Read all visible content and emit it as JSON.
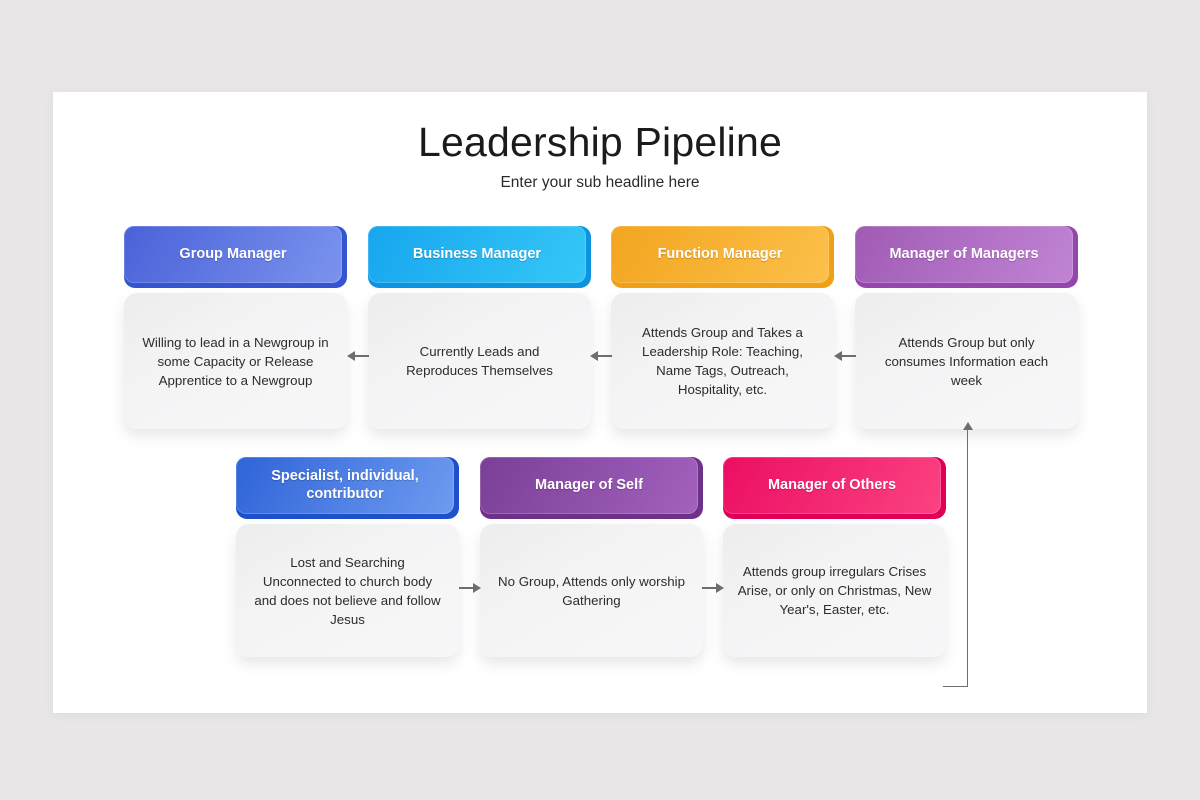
{
  "slide": {
    "title": "Leadership Pipeline",
    "subtitle": "Enter your sub headline here",
    "background_color": "#e8e6e7",
    "canvas_color": "#ffffff"
  },
  "rows": [
    {
      "row_name": "top-row",
      "arrow_direction": "left",
      "nodes": [
        {
          "header": "Group Manager",
          "body": "Willing to lead in a Newgroup in some Capacity or Release Apprentice to a Newgroup",
          "color_from": "#4a62d8",
          "color_to": "#7b93ee",
          "frame_color": "#3554cf"
        },
        {
          "header": "Business Manager",
          "body": "Currently Leads and Reproduces Themselves",
          "color_from": "#17a6ee",
          "color_to": "#36c7f7",
          "frame_color": "#0d93e0"
        },
        {
          "header": "Function Manager",
          "body": "Attends Group and Takes a Leadership Role: Teaching, Name Tags, Outreach, Hospitality, etc.",
          "color_from": "#f3a51f",
          "color_to": "#fcc04a",
          "frame_color": "#efa017"
        },
        {
          "header": "Manager of Managers",
          "body": "Attends Group but only consumes Information each week",
          "color_from": "#a05bb5",
          "color_to": "#c184d4",
          "frame_color": "#9546ad"
        }
      ]
    },
    {
      "row_name": "bottom-row",
      "arrow_direction": "right",
      "nodes": [
        {
          "header": "Specialist, individual, contributor",
          "body": "Lost and Searching Unconnected to church body and does not believe and follow Jesus",
          "color_from": "#2f64d8",
          "color_to": "#6e9bf0",
          "frame_color": "#1d50ca"
        },
        {
          "header": "Manager of Self",
          "body": "No Group, Attends only worship Gathering",
          "color_from": "#7b3f98",
          "color_to": "#a261bd",
          "frame_color": "#6d3189"
        },
        {
          "header": "Manager of Others",
          "body": "Attends group irregulars Crises Arise, or only on Christmas, New Year's, Easter, etc.",
          "color_from": "#ec0e63",
          "color_to": "#fb4282",
          "frame_color": "#e00057"
        }
      ]
    }
  ],
  "connector": {
    "name": "elbow-connector-bottom-to-top",
    "direction": "up",
    "color": "#6e6e6e"
  }
}
